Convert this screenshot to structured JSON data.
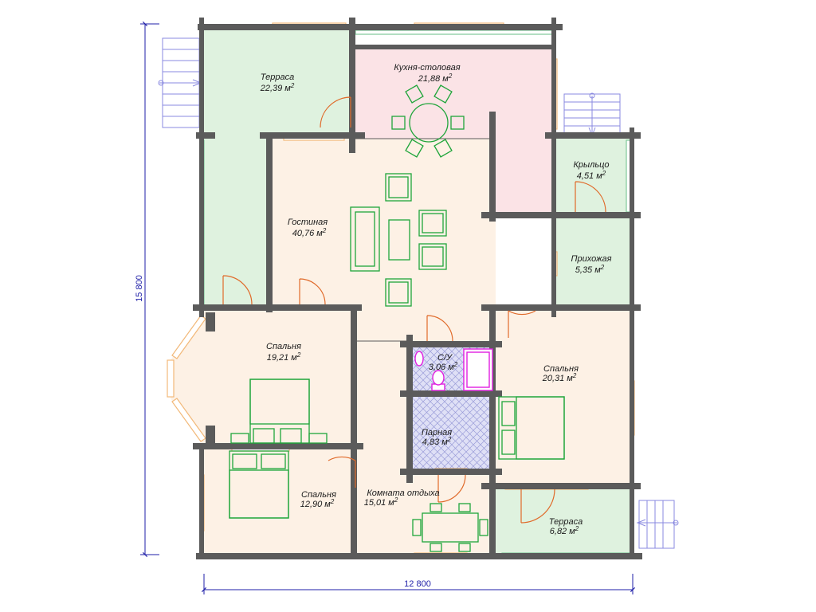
{
  "colors": {
    "wall": "#5b5b5b",
    "terrace": "#dff2df",
    "kitchen": "#fbe3e6",
    "living": "#fdf1e5",
    "bath_tile": "#dfe0f6",
    "window": "#f2b97a",
    "glazing": "#7fc99a",
    "furniture": "#1fa53a",
    "plumbing": "#e020e0",
    "dimension": "#1f1fa8",
    "stairs": "#8a8ae0"
  },
  "dimensions": {
    "width": "12 800",
    "height": "15 800"
  },
  "rooms": [
    {
      "id": "terrace-nw",
      "name": "Терраса",
      "area": "22,39 м",
      "sup": "2"
    },
    {
      "id": "kitchen",
      "name": "Кухня-столовая",
      "area": "21,88 м",
      "sup": "2"
    },
    {
      "id": "porch",
      "name": "Крыльцо",
      "area": "4,51 м",
      "sup": "2"
    },
    {
      "id": "living",
      "name": "Гостиная",
      "area": "40,76 м",
      "sup": "2"
    },
    {
      "id": "hallway",
      "name": "Прихожая",
      "area": "5,35 м",
      "sup": "2"
    },
    {
      "id": "bedroom-w",
      "name": "Спальня",
      "area": "19,21 м",
      "sup": "2"
    },
    {
      "id": "bathroom",
      "name": "С/У",
      "area": "3,06 м",
      "sup": "2"
    },
    {
      "id": "bedroom-e",
      "name": "Спальня",
      "area": "20,31 м",
      "sup": "2"
    },
    {
      "id": "sauna",
      "name": "Парная",
      "area": "4,83 м",
      "sup": "2"
    },
    {
      "id": "bedroom-sw",
      "name": "Спальня",
      "area": "12,90 м",
      "sup": "2"
    },
    {
      "id": "rest-room",
      "name": "Комната отдыха",
      "area": "15,01 м",
      "sup": "2"
    },
    {
      "id": "terrace-se",
      "name": "Терраса",
      "area": "6,82 м",
      "sup": "2"
    }
  ]
}
